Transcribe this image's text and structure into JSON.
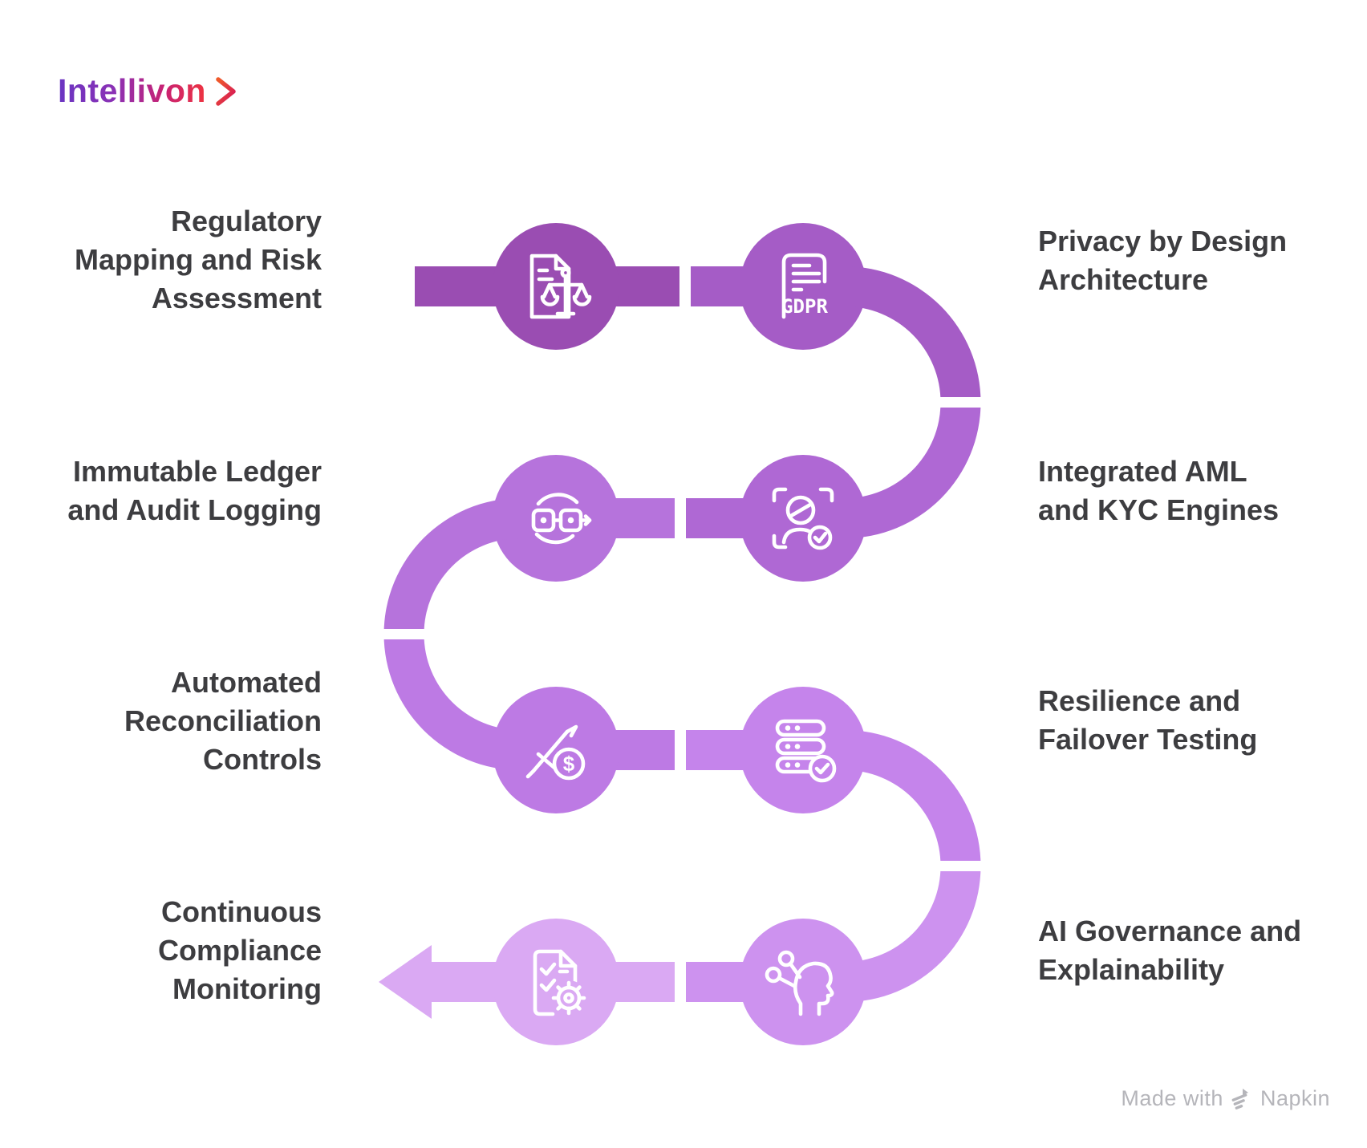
{
  "logo": {
    "text": "Intellivon"
  },
  "steps": [
    {
      "id": 1,
      "side": "left",
      "row": 1,
      "lines": [
        "Regulatory",
        "Mapping and Risk",
        "Assessment"
      ],
      "icon": "document-scales-icon",
      "color": "#9a4db2"
    },
    {
      "id": 2,
      "side": "right",
      "row": 1,
      "lines": [
        "Privacy by Design",
        "Architecture"
      ],
      "icon": "gdpr-document-icon",
      "icon_text": "GDPR",
      "color": "#a55cc6"
    },
    {
      "id": 3,
      "side": "right",
      "row": 2,
      "lines": [
        "Integrated AML",
        "and KYC Engines"
      ],
      "icon": "kyc-face-scan-icon",
      "color": "#af68d4"
    },
    {
      "id": 4,
      "side": "left",
      "row": 2,
      "lines": [
        "Immutable Ledger",
        "and Audit Logging"
      ],
      "icon": "linked-blocks-icon",
      "color": "#b673dc"
    },
    {
      "id": 5,
      "side": "left",
      "row": 3,
      "lines": [
        "Automated",
        "Reconciliation",
        "Controls"
      ],
      "icon": "sword-dollar-icon",
      "icon_text": "$",
      "color": "#bd7ae4"
    },
    {
      "id": 6,
      "side": "right",
      "row": 3,
      "lines": [
        "Resilience and",
        "Failover Testing"
      ],
      "icon": "server-check-icon",
      "color": "#c584eb"
    },
    {
      "id": 7,
      "side": "right",
      "row": 4,
      "lines": [
        "AI Governance and",
        "Explainability"
      ],
      "icon": "ai-head-icon",
      "color": "#cd92ef"
    },
    {
      "id": 8,
      "side": "left",
      "row": 4,
      "lines": [
        "Continuous",
        "Compliance",
        "Monitoring"
      ],
      "icon": "checklist-gear-icon",
      "color": "#daa9f3"
    }
  ],
  "watermark": {
    "text": "Made with",
    "brand": "Napkin"
  },
  "palette": {
    "background": "#ffffff",
    "label_text": "#3d3d40",
    "icon_stroke": "#ffffff",
    "watermark_text": "#b5b5ba",
    "logo_gradient": [
      "#6a35c2",
      "#8b31b5",
      "#c92272",
      "#ee3440"
    ]
  }
}
